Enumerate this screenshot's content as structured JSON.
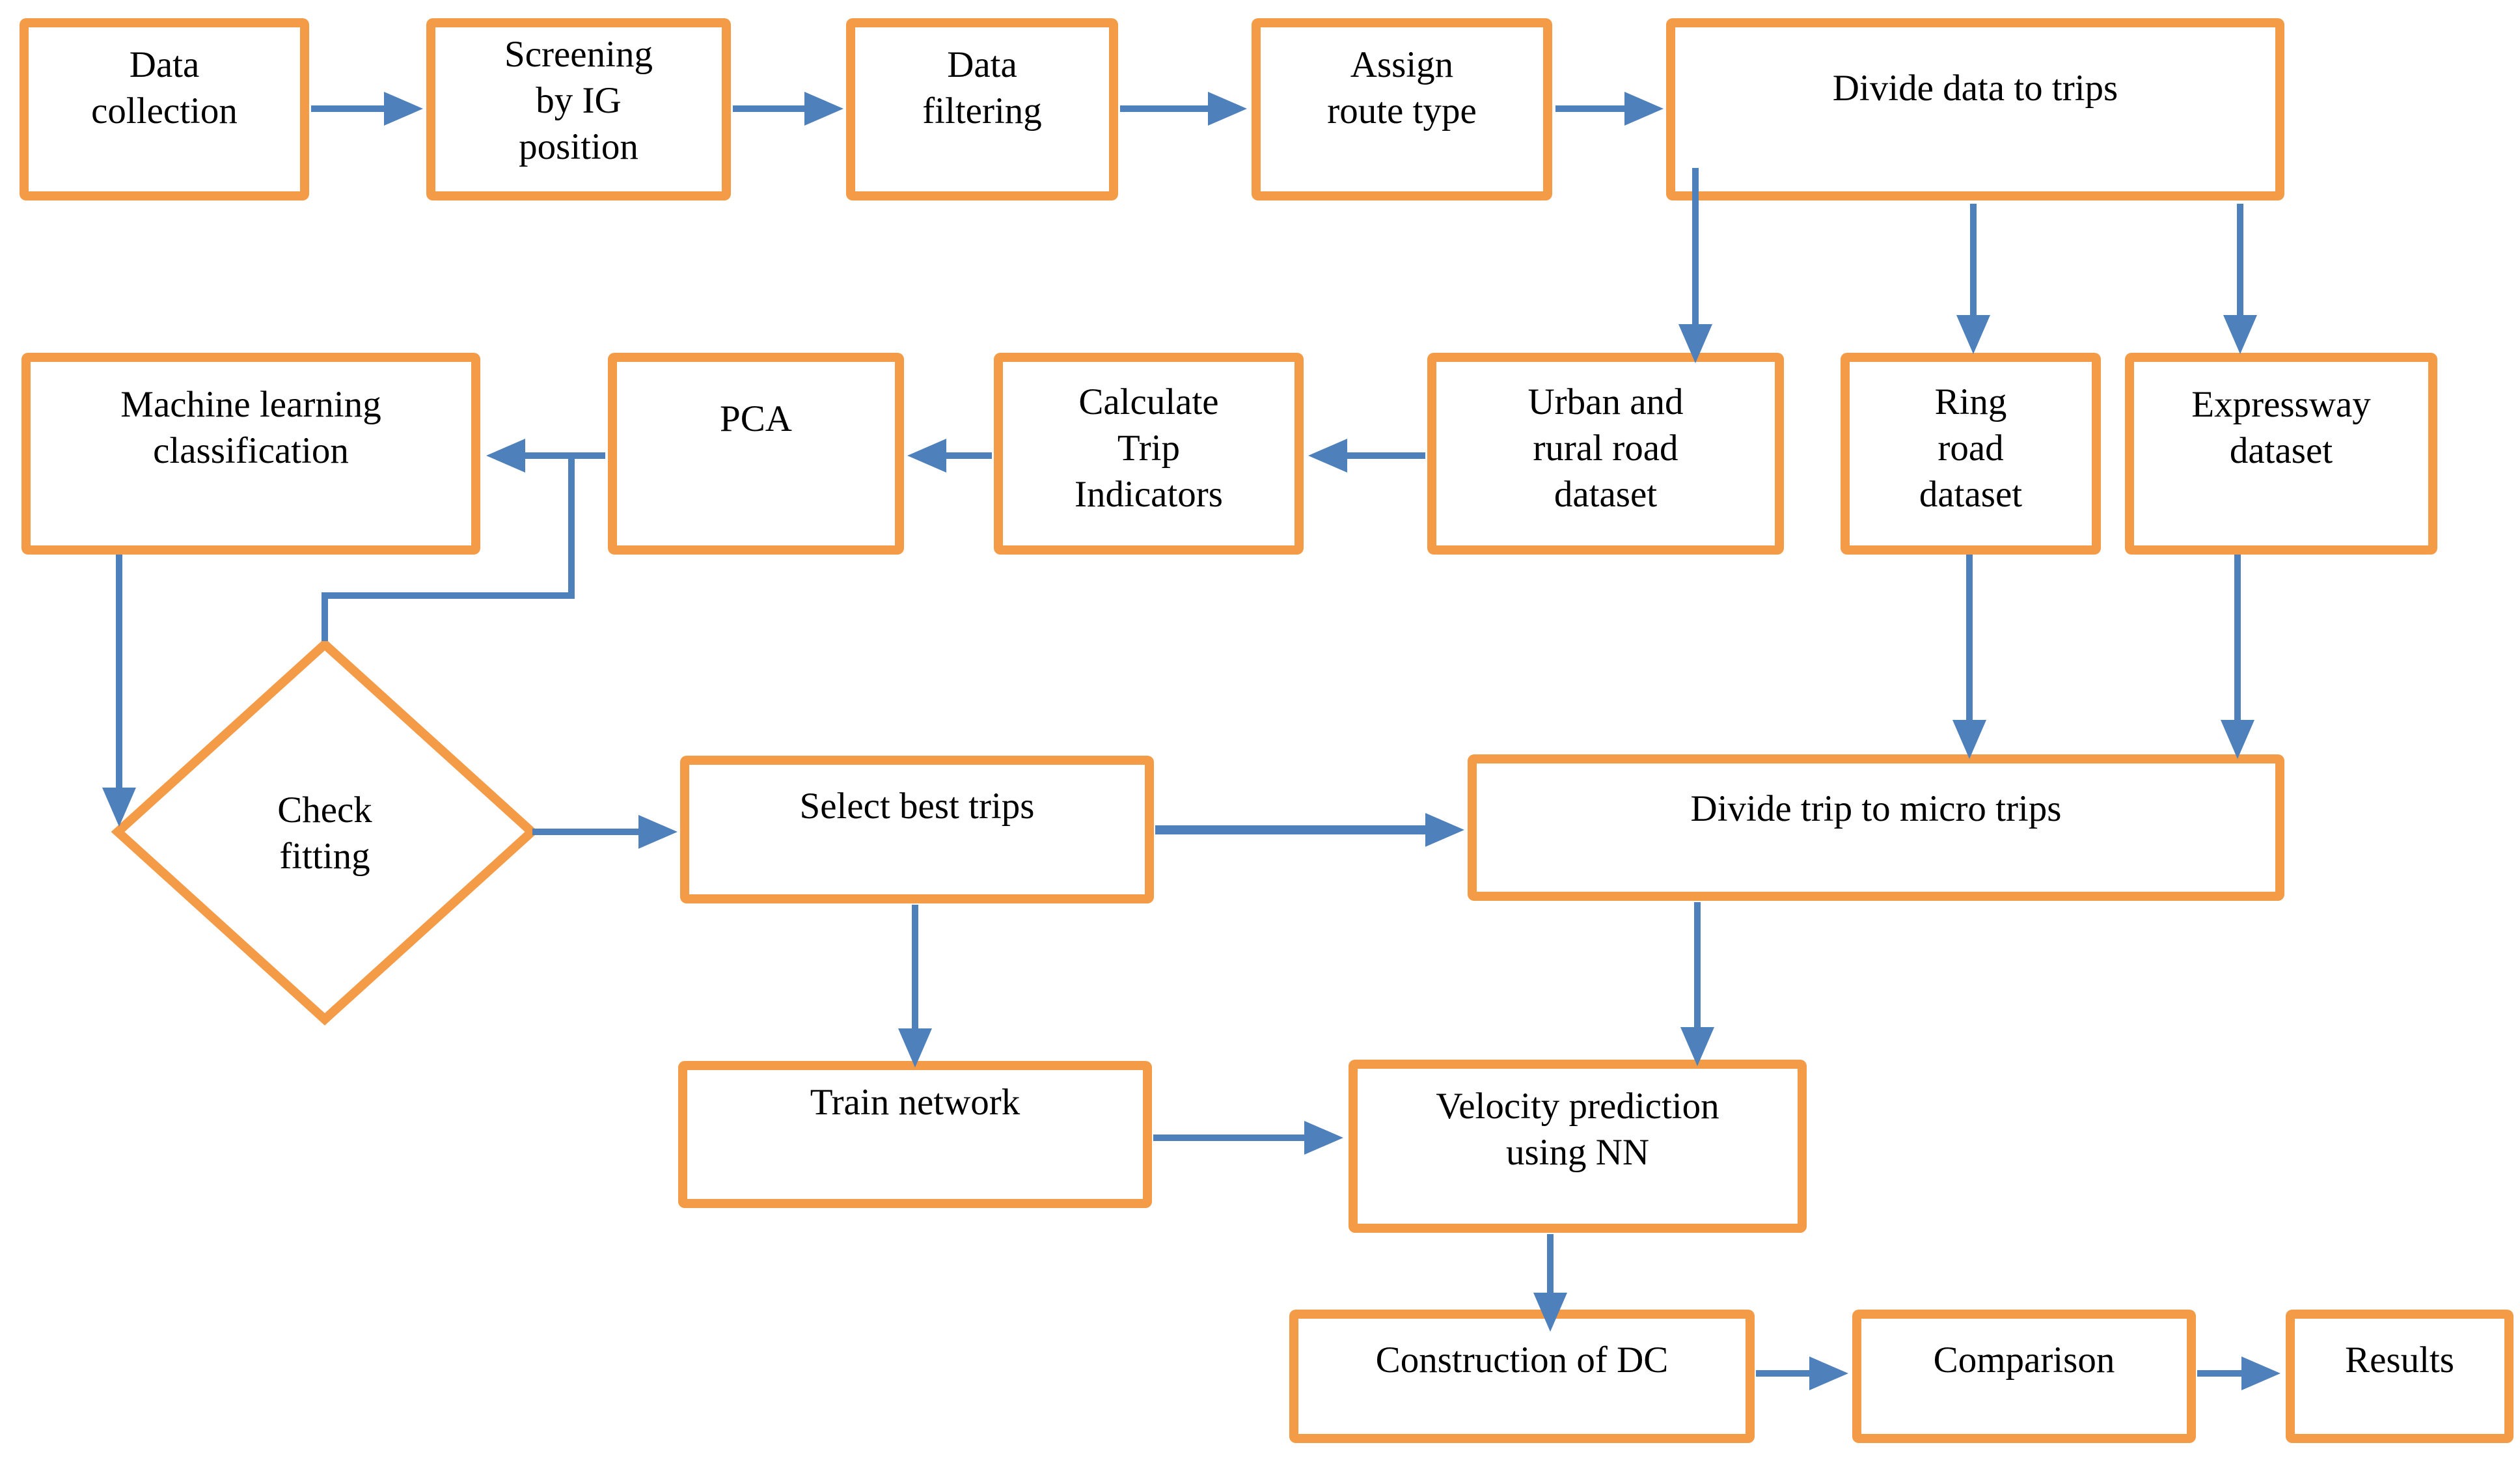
{
  "colors": {
    "box_border": "#F49B48",
    "arrow": "#4E80BC",
    "text": "#000000",
    "background": "#FFFFFF"
  },
  "diagram": {
    "type": "flowchart",
    "nodes": {
      "data_collection": {
        "label": "Data\ncollection",
        "shape": "rect"
      },
      "screening": {
        "label": "Screening\nby IG\nposition",
        "shape": "rect"
      },
      "data_filtering": {
        "label": "Data\nfiltering",
        "shape": "rect"
      },
      "assign_route": {
        "label": "Assign\nroute type",
        "shape": "rect"
      },
      "divide_data": {
        "label": "Divide data to trips",
        "shape": "rect"
      },
      "ml_classification": {
        "label": "Machine learning\nclassification",
        "shape": "rect"
      },
      "pca": {
        "label": "PCA",
        "shape": "rect"
      },
      "calc_indicators": {
        "label": "Calculate\nTrip\nIndicators",
        "shape": "rect"
      },
      "urban_dataset": {
        "label": "Urban and\nrural road\ndataset",
        "shape": "rect"
      },
      "ring_dataset": {
        "label": "Ring\nroad\ndataset",
        "shape": "rect"
      },
      "expressway_dataset": {
        "label": "Expressway\ndataset",
        "shape": "rect"
      },
      "check_fitting": {
        "label": "Check\nfitting",
        "shape": "diamond"
      },
      "select_best": {
        "label": "Select best trips",
        "shape": "rect"
      },
      "divide_trip": {
        "label": "Divide trip to micro trips",
        "shape": "rect"
      },
      "train_network": {
        "label": "Train network",
        "shape": "rect"
      },
      "velocity_prediction": {
        "label": "Velocity prediction\nusing NN",
        "shape": "rect"
      },
      "construction_dc": {
        "label": "Construction of DC",
        "shape": "rect"
      },
      "comparison": {
        "label": "Comparison",
        "shape": "rect"
      },
      "results": {
        "label": "Results",
        "shape": "rect"
      }
    },
    "edges": [
      {
        "from": "data_collection",
        "to": "screening"
      },
      {
        "from": "screening",
        "to": "data_filtering"
      },
      {
        "from": "data_filtering",
        "to": "assign_route"
      },
      {
        "from": "assign_route",
        "to": "divide_data"
      },
      {
        "from": "divide_data",
        "to": "urban_dataset"
      },
      {
        "from": "divide_data",
        "to": "ring_dataset"
      },
      {
        "from": "divide_data",
        "to": "expressway_dataset"
      },
      {
        "from": "urban_dataset",
        "to": "calc_indicators"
      },
      {
        "from": "calc_indicators",
        "to": "pca"
      },
      {
        "from": "pca",
        "to": "ml_classification"
      },
      {
        "from": "pca",
        "to": "check_fitting"
      },
      {
        "from": "ml_classification",
        "to": "check_fitting"
      },
      {
        "from": "check_fitting",
        "to": "select_best"
      },
      {
        "from": "select_best",
        "to": "divide_trip"
      },
      {
        "from": "ring_dataset",
        "to": "divide_trip"
      },
      {
        "from": "expressway_dataset",
        "to": "divide_trip"
      },
      {
        "from": "select_best",
        "to": "train_network"
      },
      {
        "from": "divide_trip",
        "to": "velocity_prediction"
      },
      {
        "from": "train_network",
        "to": "velocity_prediction"
      },
      {
        "from": "velocity_prediction",
        "to": "construction_dc"
      },
      {
        "from": "construction_dc",
        "to": "comparison"
      },
      {
        "from": "comparison",
        "to": "results"
      }
    ]
  }
}
